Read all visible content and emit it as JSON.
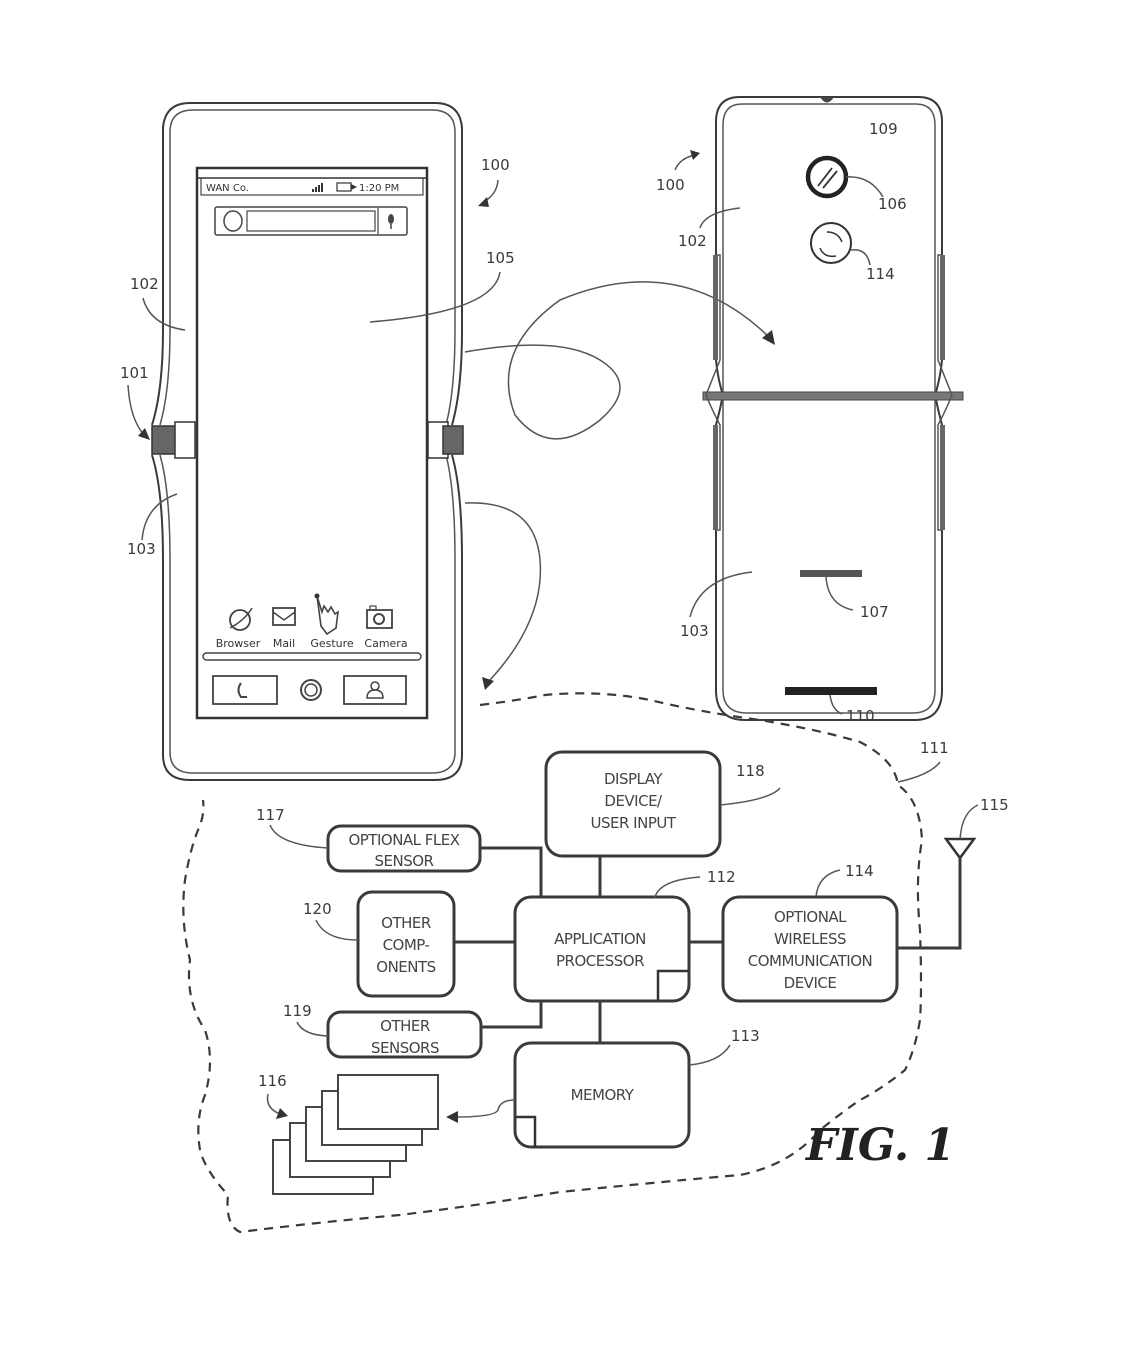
{
  "figure": {
    "title": "FIG. 1"
  },
  "front_device": {
    "status_bar": {
      "carrier": "WAN Co.",
      "time": "1:20 PM"
    },
    "apps": [
      {
        "label": "Browser",
        "icon": "globe-icon"
      },
      {
        "label": "Mail",
        "icon": "envelope-icon"
      },
      {
        "label": "Gesture",
        "icon": "hand-pointer-icon"
      },
      {
        "label": "Camera",
        "icon": "camera-icon"
      }
    ],
    "dock": [
      {
        "icon": "phone-icon"
      },
      {
        "icon": "home-circle-icon"
      },
      {
        "icon": "contact-icon"
      }
    ],
    "refs": {
      "device": "100",
      "hinge": "101",
      "first_housing": "102",
      "second_housing": "103",
      "display": "105"
    }
  },
  "rear_device": {
    "refs": {
      "device": "100",
      "first_housing": "102",
      "second_housing": "103",
      "camera": "106",
      "speaker": "107",
      "rear_surface": "109",
      "port": "110",
      "sensor": "114"
    }
  },
  "block_diagram": {
    "boundary_ref": "111",
    "blocks": [
      {
        "id": "display",
        "lines": [
          "DISPLAY",
          "DEVICE/",
          "USER INPUT"
        ],
        "ref": "118"
      },
      {
        "id": "flex",
        "lines": [
          "OPTIONAL FLEX",
          "SENSOR"
        ],
        "ref": "117"
      },
      {
        "id": "other-components",
        "lines": [
          "OTHER",
          "COMP-",
          "ONENTS"
        ],
        "ref": "120"
      },
      {
        "id": "processor",
        "lines": [
          "APPLICATION",
          "PROCESSOR"
        ],
        "ref": "112"
      },
      {
        "id": "wireless",
        "lines": [
          "OPTIONAL",
          "WIRELESS",
          "COMMUNICATION",
          "DEVICE"
        ],
        "ref": "114"
      },
      {
        "id": "other-sensors",
        "lines": [
          "OTHER",
          "SENSORS"
        ],
        "ref": "119"
      },
      {
        "id": "memory",
        "lines": [
          "MEMORY"
        ],
        "ref": "113"
      }
    ],
    "antenna_ref": "115",
    "modules_ref": "116"
  }
}
